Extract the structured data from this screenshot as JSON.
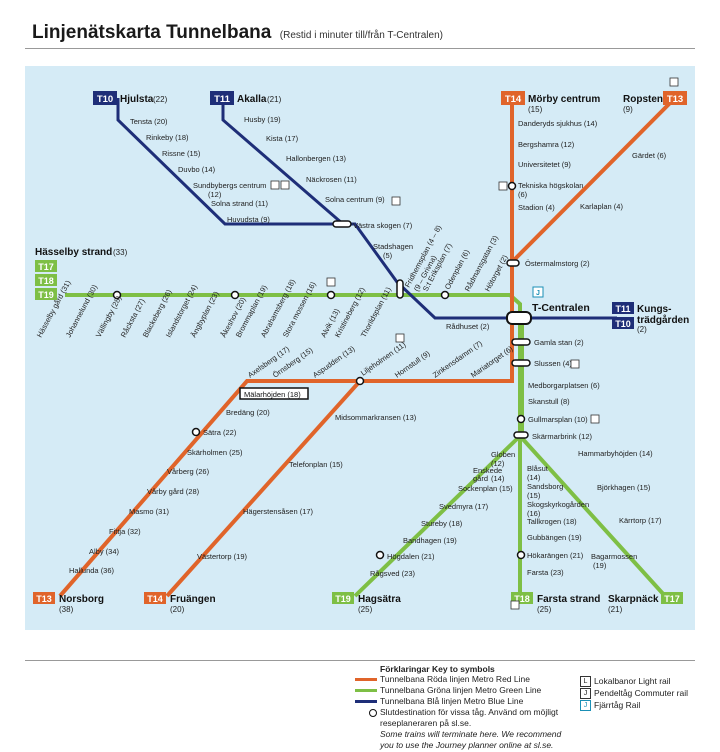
{
  "header": {
    "title": "Linjenätskarta Tunnelbana",
    "subtitle": "(Restid i minuter till/från T-Centralen)"
  },
  "colors": {
    "red": "#e0642a",
    "green": "#7ebf45",
    "blue": "#1e2e78",
    "background": "#d5ebf6"
  },
  "lines": [
    {
      "badge": "T10",
      "color": "blue"
    },
    {
      "badge": "T11",
      "color": "blue"
    },
    {
      "badge": "T13",
      "color": "red"
    },
    {
      "badge": "T14",
      "color": "red"
    },
    {
      "badge": "T17",
      "color": "green"
    },
    {
      "badge": "T18",
      "color": "green"
    },
    {
      "badge": "T19",
      "color": "green"
    }
  ],
  "terminals": {
    "hjulsta": {
      "badge": "T10",
      "name": "Hjulsta",
      "time": "(22)"
    },
    "akalla": {
      "badge": "T11",
      "name": "Akalla",
      "time": "(21)"
    },
    "morby": {
      "badge": "T14",
      "name": "Mörby centrum",
      "time": "(15)"
    },
    "ropsten": {
      "badge": "T13",
      "name": "Ropsten",
      "time": "(9)"
    },
    "hasselby": {
      "name": "Hässelby strand",
      "time": "(33)",
      "badges": [
        "T17",
        "T18",
        "T19"
      ]
    },
    "kungstradgarden": {
      "badges": [
        "T11",
        "T10"
      ],
      "name1": "Kungs-",
      "name2": "trädgården",
      "time": "(2)"
    },
    "norsborg": {
      "badge": "T13",
      "name": "Norsborg",
      "time": "(38)"
    },
    "fruangen": {
      "badge": "T14",
      "name": "Fruängen",
      "time": "(20)"
    },
    "hagsatra": {
      "badge": "T19",
      "name": "Hagsätra",
      "time": "(25)"
    },
    "farsta": {
      "badge": "T18",
      "name": "Farsta strand",
      "time": "(25)"
    },
    "skarpnack": {
      "badge": "T17",
      "name": "Skarpnäck",
      "time": "(21)"
    }
  },
  "central": {
    "name": "T-Centralen",
    "rail_icon": "J"
  },
  "stations_blue_t10": [
    "Tensta (20)",
    "Rinkeby (18)",
    "Rissne (15)",
    "Duvbo (14)",
    "Sundbybergs centrum",
    "(12)",
    "Solna strand (11)",
    "Huvudsta (9)"
  ],
  "stations_blue_t11": [
    "Husby (19)",
    "Kista (17)",
    "Hallonbergen (13)",
    "Näckrosen (11)",
    "Solna centrum (9)",
    "Västra skogen (7)"
  ],
  "stations_blue_trunk": [
    "Stadshagen",
    "(5)",
    "Fridhemsplan (4 – 8)",
    "(9 – Grivna)",
    "S:t Eriksplan (7)",
    "Odenplan (6)",
    "Rådmansgatan (3)",
    "Hötorget (2)",
    "Rådhuset (2)"
  ],
  "stations_red_north": [
    "Danderyds sjukhus (14)",
    "Bergshamra (12)",
    "Universitetet (9)",
    "Tekniska högskolan",
    "(6)",
    "Stadion (4)",
    "Östermalmstorg (2)",
    "Gärdet (6)",
    "Karlaplan (4)"
  ],
  "stations_green_west": [
    "Hässelby gård (31)",
    "Johannelund (30)",
    "Vällingby (28)",
    "Råcksta (27)",
    "Blackeberg (26)",
    "Islandstorget (24)",
    "Ängbyplan (23)",
    "Åkeshov (20)",
    "Brommaplan (19)",
    "Abrahamsberg (18)",
    "Stora mossen (16)",
    "Alvik (13)",
    "Kristineberg (12)",
    "Thorildsplan (11)"
  ],
  "stations_core": [
    "Gamla stan (2)",
    "Slussen (4)",
    "Medborgarplatsen (6)",
    "Skanstull (8)",
    "Gullmarsplan (10)",
    "Skärmarbrink (12)"
  ],
  "stations_southwest": [
    "Axelsberg (17)",
    "Örnsberg (15)",
    "Aspudden (13)",
    "Liljeholmen (11)",
    "Hornstull (9)",
    "Zinkensdamm (7)",
    "Mariatorget (6)",
    "Mälarhöjden (18)",
    "Bredäng (20)",
    "Sätra (22)",
    "Skärholmen (25)",
    "Vårberg (26)",
    "Vårby gård (28)",
    "Masmo (31)",
    "Fittja (32)",
    "Alby (34)",
    "Hallunda (36)",
    "Midsommarkransen (13)",
    "Telefonplan (15)",
    "Hägerstensåsen (17)",
    "Västertorp (19)"
  ],
  "stations_south": [
    "Globen",
    "(12)",
    "Enskede",
    "gård",
    "(14)",
    "Sockenplan (15)",
    "Svedmyra (17)",
    "Stureby (18)",
    "Bandhagen (19)",
    "Högdalen (21)",
    "Rågsved (23)",
    "Blåsut",
    "(14)",
    "Sandsborg",
    "(15)",
    "Skogskyrkogården",
    "(16)",
    "Tallkrogen (18)",
    "Gubbängen (19)",
    "Hökarängen (21)",
    "Farsta (23)",
    "Hammarbyhöjden (14)",
    "Björkhagen (15)",
    "Kärrtorp (17)",
    "Bagarmossen",
    "(19)"
  ],
  "legend": {
    "title": "Förklaringar Key to symbols",
    "red": "Tunnelbana Röda linjen Metro Red Line",
    "green": "Tunnelbana Gröna linjen Metro Green Line",
    "blue": "Tunnelbana Blå linjen Metro Blue Line",
    "terminus1": "Slutdestination för vissa tåg. Använd om möjligt",
    "terminus2": "reseplaneraren på sl.se.",
    "terminus3": "Some trains will terminate here. We recommend",
    "terminus4": "you to use the Journey planner online at sl.se.",
    "light_rail": "Lokalbanor Light rail",
    "commuter_rail": "Pendeltåg Commuter rail",
    "airport_rail": "Fjärrtåg Rail"
  }
}
